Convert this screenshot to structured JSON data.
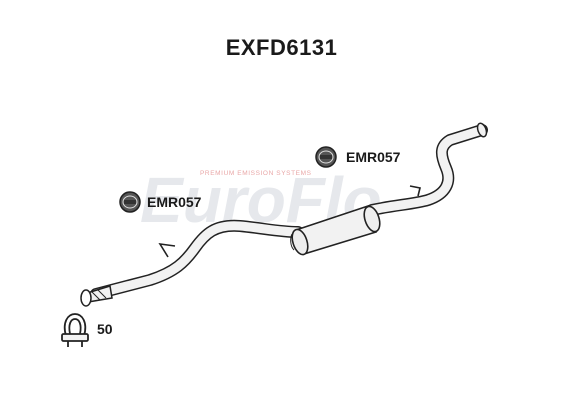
{
  "title": "EXFD6131",
  "watermark": {
    "brand": "EuroFlo",
    "tagline": "PREMIUM EMISSION SYSTEMS"
  },
  "parts": [
    {
      "code": "EMR057",
      "kind": "rubber-mount-icon"
    },
    {
      "code": "EMR057",
      "kind": "rubber-mount-icon"
    },
    {
      "code": "50",
      "kind": "clamp-icon"
    }
  ],
  "colors": {
    "outline": "#222222",
    "pipe_fill": "#f2f2f2",
    "watermark_grey": "#e6e8ec",
    "watermark_red": "#e9a7a7"
  }
}
